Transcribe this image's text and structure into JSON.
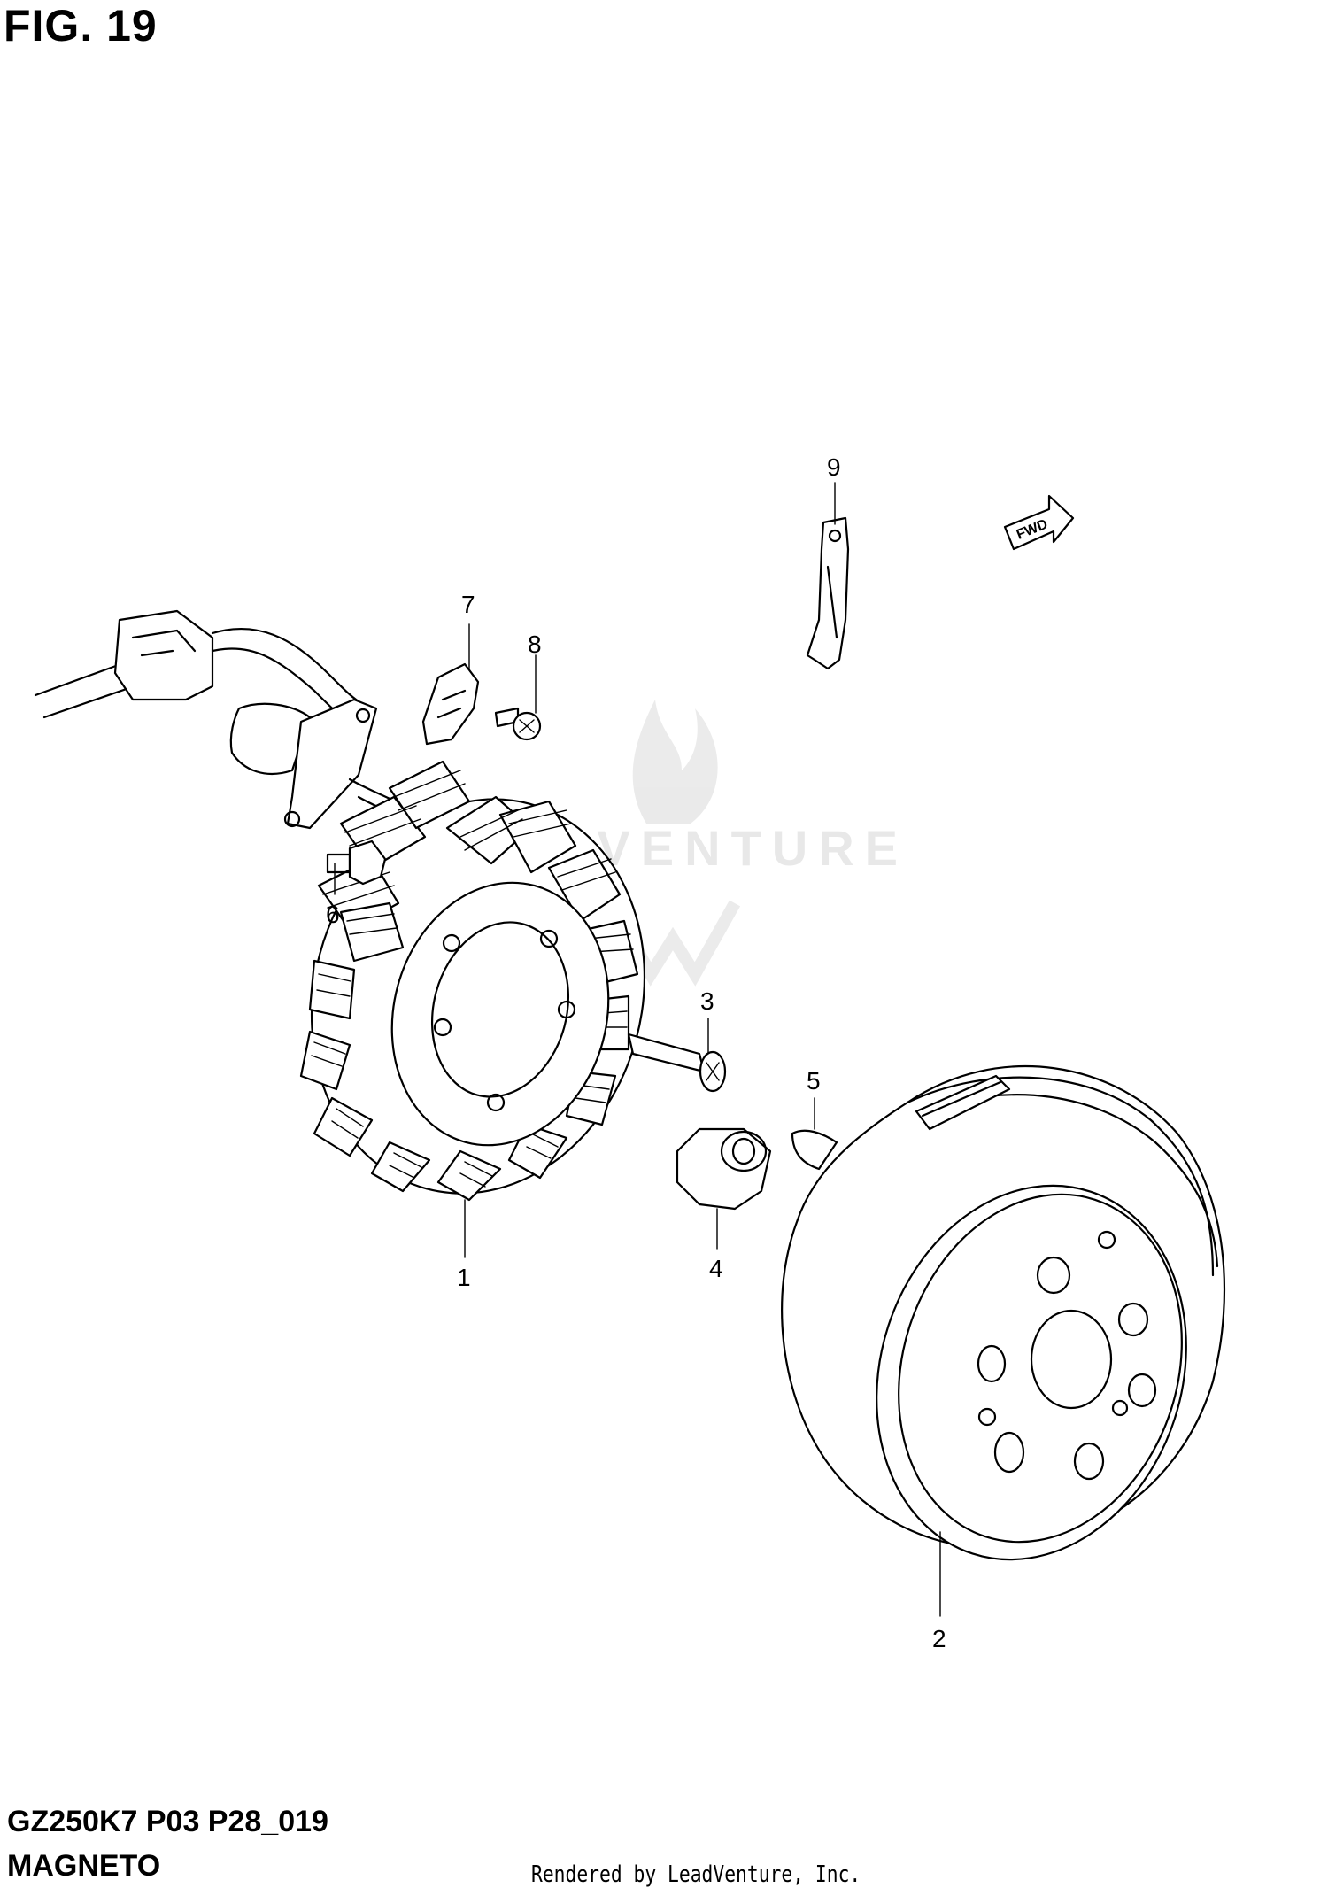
{
  "figure": {
    "title": "FIG. 19",
    "code": "GZ250K7 P03 P28_019",
    "name": "MAGNETO",
    "credit": "Rendered by LeadVenture, Inc.",
    "watermark": "LEADVENTURE",
    "fwd_label": "FWD"
  },
  "callouts": [
    {
      "id": "1",
      "label": "1"
    },
    {
      "id": "2",
      "label": "2"
    },
    {
      "id": "3",
      "label": "3"
    },
    {
      "id": "4",
      "label": "4"
    },
    {
      "id": "5",
      "label": "5"
    },
    {
      "id": "6",
      "label": "6"
    },
    {
      "id": "7",
      "label": "7"
    },
    {
      "id": "8",
      "label": "8"
    },
    {
      "id": "9",
      "label": "9"
    }
  ],
  "colors": {
    "line": "#000000",
    "background": "#ffffff",
    "watermark": "#e8e8e8"
  }
}
